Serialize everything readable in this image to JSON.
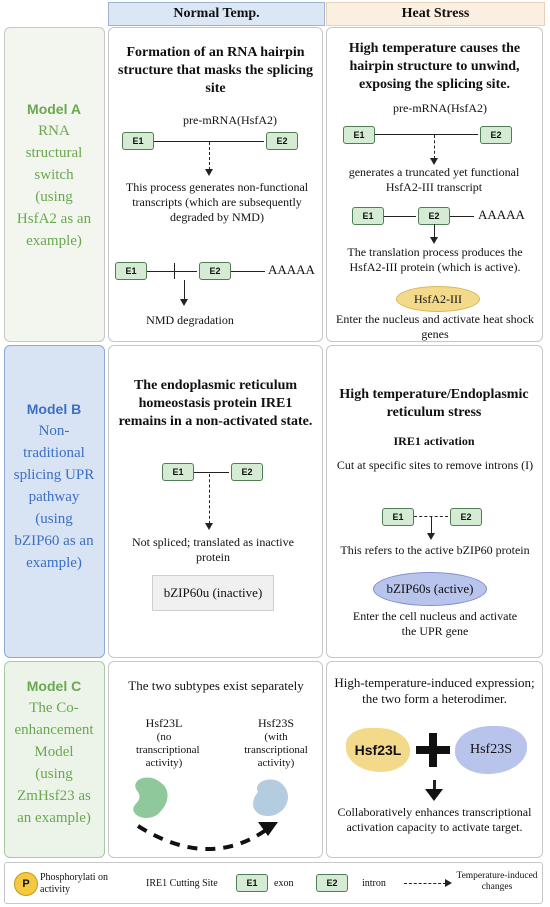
{
  "headers": {
    "normal": "Normal Temp.",
    "heat": "Heat Stress"
  },
  "modelA": {
    "title": "Model A",
    "desc": [
      "RNA",
      "structural",
      "switch",
      "(using",
      "HsfA2 as an",
      "example)"
    ],
    "normal": {
      "title": "Formation of an RNA hairpin structure that masks the splicing site",
      "pre": "pre-mRNA(HsfA2)",
      "e1": "E1",
      "e2": "E2",
      "text": "This process generates non-functional transcripts (which are subsequently degraded by NMD)",
      "aaaaa": "AAAAA",
      "nmd": "NMD degradation"
    },
    "heat": {
      "title": "High temperature causes the hairpin structure to unwind, exposing the splicing site.",
      "pre": "pre-mRNA(HsfA2)",
      "e1": "E1",
      "e2": "E2",
      "text": "generates a truncated yet functional HsfA2-III transcript",
      "aaaaa": "AAAAA",
      "text2": "The translation process produces the HsfA2-III protein (which is active).",
      "protein": "HsfA2-III",
      "text3": "Enter the nucleus and activate heat shock genes"
    }
  },
  "modelB": {
    "title": "Model B",
    "desc": [
      "Non-",
      "traditional",
      "splicing UPR",
      "pathway",
      "(using",
      "bZIP60 as an",
      "example)"
    ],
    "normal": {
      "title": "The endoplasmic reticulum homeostasis protein IRE1 remains in a non-activated state.",
      "e1": "E1",
      "e2": "E2",
      "text": "Not spliced; translated as inactive protein",
      "protein": "bZIP60u (inactive)"
    },
    "heat": {
      "title": "High temperature/Endoplasmic reticulum stress",
      "sub": "IRE1 activation",
      "text": "Cut at specific sites to remove introns (I)",
      "e1": "E1",
      "e2": "E2",
      "text2": "This refers to the active bZIP60 protein",
      "protein": "bZIP60s (active)",
      "text3": "Enter the cell nucleus and activate the UPR gene"
    }
  },
  "modelC": {
    "title": "Model C",
    "desc": [
      "The Co-",
      "enhancement",
      "Model",
      "(using",
      "ZmHsf23 as",
      "an example)"
    ],
    "normal": {
      "title": "The two subtypes exist separately",
      "l_name": "Hsf23L",
      "l_desc": "(no transcriptional activity)",
      "s_name": "Hsf23S",
      "s_desc": "(with transcriptional activity)"
    },
    "heat": {
      "title": "High-temperature-induced expression; the two form a heterodimer.",
      "l": "Hsf23L",
      "s": "Hsf23S",
      "text": "Collaboratively enhances transcriptional activation capacity to activate target."
    }
  },
  "legend": {
    "p": "P",
    "phos": "Phosphorylati on activity",
    "ire1": "IRE1 Cutting Site",
    "e1": "E1",
    "exon": "exon",
    "e2": "E2",
    "intron": "intron",
    "temp": "Temperature-induced changes"
  },
  "colors": {
    "green": "#6aa84f",
    "blue": "#3d6fc4",
    "exon_fill": "#d5ebd3",
    "hsf_yellow": "#f3d98a",
    "bzip_blue": "#b8c4ec"
  }
}
